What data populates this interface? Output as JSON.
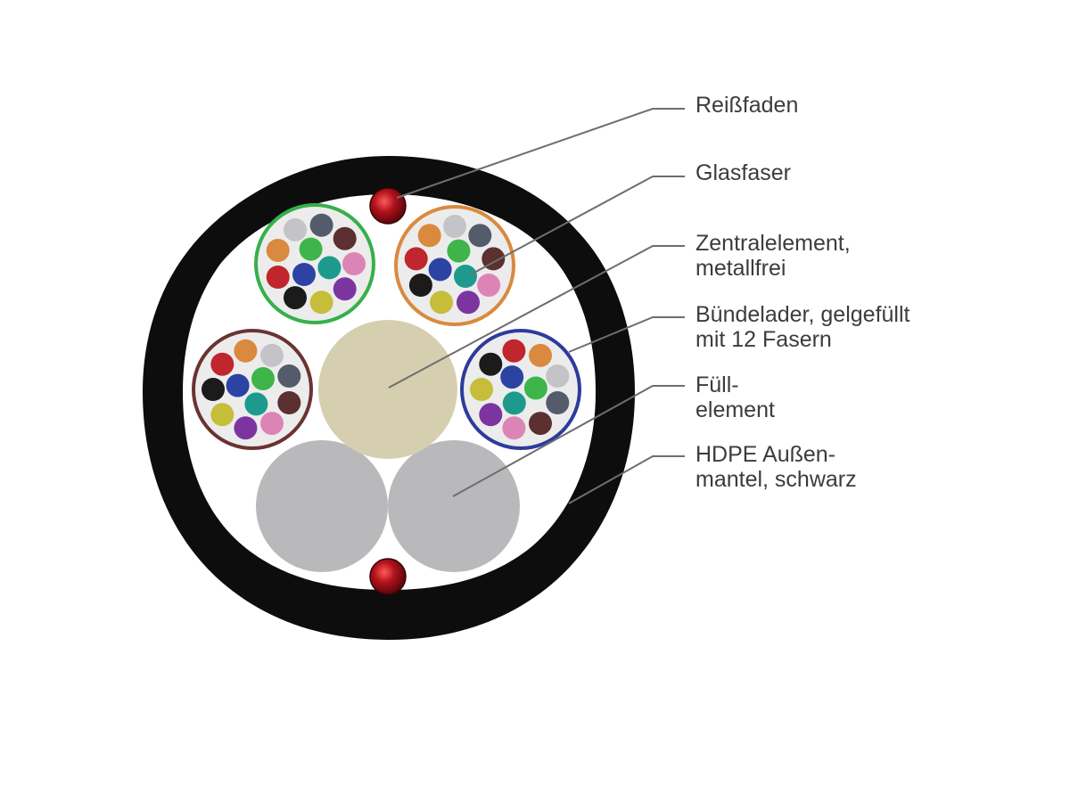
{
  "labels": [
    {
      "id": "rip-cord",
      "lines": [
        "Reißfaden"
      ]
    },
    {
      "id": "glass-fiber",
      "lines": [
        "Glasfaser"
      ]
    },
    {
      "id": "central-element",
      "lines": [
        "Zentralelement,",
        "metallfrei"
      ]
    },
    {
      "id": "loose-tube",
      "lines": [
        "Bündelader, gelgefüllt",
        "mit 12 Fasern"
      ]
    },
    {
      "id": "filler-element",
      "lines": [
        "Füll-",
        "element"
      ]
    },
    {
      "id": "outer-jacket",
      "lines": [
        "HDPE Außen-",
        "mantel, schwarz"
      ]
    }
  ],
  "colors": {
    "jacket": "#0d0d0d",
    "interior": "#ffffff",
    "rip_cord": "#a8121b",
    "central_element": "#d5cfb0",
    "filler": "#b9b9bb",
    "tube_fill": "#ececec",
    "leader_line": "#6e6e6e",
    "tubes": {
      "green": "#35b04a",
      "orange": "#d98a3e",
      "brown": "#6a3332",
      "blue": "#2d3c9b"
    },
    "fibers": [
      "#dd84b6",
      "#7c35a0",
      "#c6bd3b",
      "#1b1b1b",
      "#c0262d",
      "#d98a3e",
      "#c4c4c8",
      "#545b6a",
      "#5c2f30",
      "#1d9a8d",
      "#2d43a3",
      "#3db54a"
    ]
  }
}
